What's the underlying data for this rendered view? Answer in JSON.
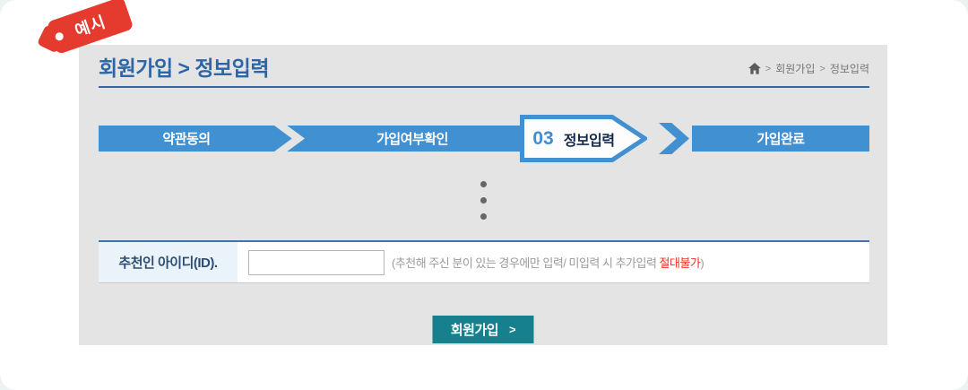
{
  "badge": {
    "label": "예시"
  },
  "header": {
    "title": "회원가입 > 정보입력",
    "breadcrumb": {
      "sep": ">",
      "items": [
        "회원가입",
        "정보입력"
      ]
    }
  },
  "steps": [
    {
      "label": "약관동의",
      "active": false
    },
    {
      "label": "가입여부확인",
      "active": false
    },
    {
      "number": "03",
      "label": "정보입력",
      "active": true
    },
    {
      "label": "가입완료",
      "active": false
    }
  ],
  "form": {
    "label": "추천인 아이디(ID).",
    "input_value": "",
    "help_prefix": "(추천해 주신 분이 있는 경우에만 입력/ 미입력 시 추가입력 ",
    "help_highlight": "절대불가",
    "help_suffix": ")"
  },
  "submit": {
    "label": "회원가입",
    "arrow": ">"
  },
  "colors": {
    "title_blue": "#2c66a7",
    "bar_blue": "#4190d1",
    "active_number_blue": "#3f8ed3",
    "active_text_navy": "#15294a",
    "button_teal": "#17808e",
    "tag_red": "#e53a2e",
    "warning_red": "#e8352b",
    "panel_gray": "#e4e4e4",
    "label_cell_bg": "#eaf3fa"
  }
}
